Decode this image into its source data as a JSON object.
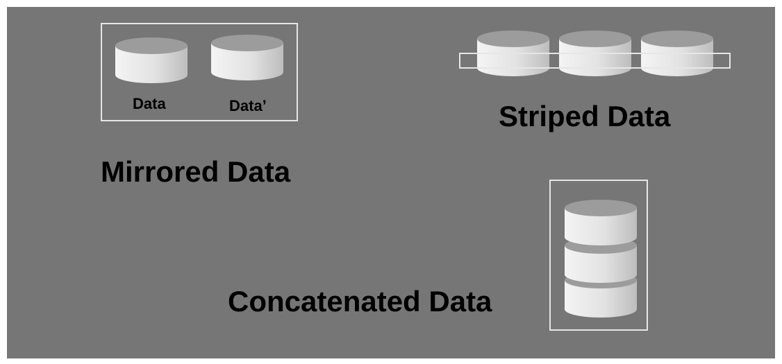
{
  "mirrored": {
    "title": "Mirrored Data",
    "disk_labels": [
      "Data",
      "Data’"
    ]
  },
  "striped": {
    "title": "Striped Data",
    "disk_count": 3
  },
  "concatenated": {
    "title": "Concatenated Data",
    "disk_count": 3
  },
  "colors": {
    "background": "#767676",
    "frame": "#e6e6e6",
    "disk_top": "#9c9c9c",
    "disk_body_light": "#f2f2f2",
    "disk_body_dark": "#bdbdbd",
    "text": "#000000"
  }
}
